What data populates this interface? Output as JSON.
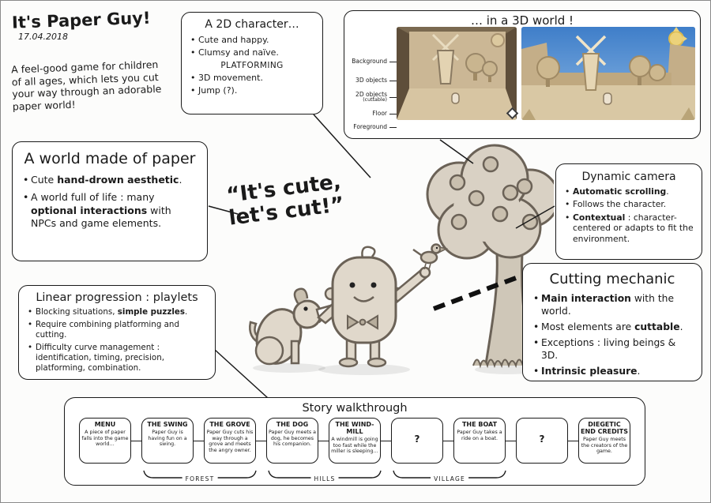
{
  "header": {
    "title": "It's Paper Guy!",
    "date": "17.04.2018",
    "tagline": "A feel-good game for children of all ages, which lets you cut your way through an adorable paper world!"
  },
  "quote": {
    "line1": "“It's cute,",
    "line2": "let's cut!”"
  },
  "character_box": {
    "title": "A 2D character…",
    "bullets": [
      "Cute and happy.",
      "Clumsy and naïve."
    ],
    "subheading": "PLATFORMING",
    "bullets2": [
      "3D movement.",
      "Jump (?)."
    ]
  },
  "world3d_box": {
    "title": "… in a 3D world !",
    "layers": [
      "Background",
      "3D objects",
      "2D objects",
      "Floor",
      "Foreground"
    ],
    "layer_note": "(cuttable)"
  },
  "paper_world_box": {
    "title": "A world made of paper",
    "bullets": [
      {
        "pre": "Cute ",
        "bold": "hand-drown aesthetic",
        "post": "."
      },
      {
        "pre": "A world full of life : many ",
        "bold": "optional interactions",
        "post": " with NPCs and game elements."
      }
    ]
  },
  "camera_box": {
    "title": "Dynamic camera",
    "bullets": [
      {
        "pre": "",
        "bold": "Automatic scrolling",
        "post": "."
      },
      {
        "pre": "Follows the character.",
        "bold": "",
        "post": ""
      },
      {
        "pre": "",
        "bold": "Contextual",
        "post": " : character-centered or adapts to fit the environment."
      }
    ]
  },
  "cutting_box": {
    "title": "Cutting mechanic",
    "bullets": [
      {
        "pre": "",
        "bold": "Main interaction",
        "post": " with the world."
      },
      {
        "pre": "Most elements are ",
        "bold": "cuttable",
        "post": "."
      },
      {
        "pre": "Exceptions : living beings & 3D.",
        "bold": "",
        "post": ""
      },
      {
        "pre": "",
        "bold": "Intrinsic pleasure",
        "post": "."
      }
    ]
  },
  "progression_box": {
    "title": "Linear progression : playlets",
    "bullets": [
      {
        "pre": "Blocking situations, ",
        "bold": "simple puzzles",
        "post": "."
      },
      {
        "pre": "Require combining platforming and cutting.",
        "bold": "",
        "post": ""
      },
      {
        "pre": "Difficulty curve management : identification, timing, precision, platforming, combination.",
        "bold": "",
        "post": ""
      }
    ]
  },
  "story": {
    "title": "Story walkthrough",
    "steps": [
      {
        "label": "MENU",
        "desc": "A piece of paper falls into the game world…"
      },
      {
        "label": "THE SWING",
        "desc": "Paper Guy is having fun on a swing."
      },
      {
        "label": "THE GROVE",
        "desc": "Paper Guy cuts his way through a grove and meets the angry owner."
      },
      {
        "label": "THE DOG",
        "desc": "Paper Guy meets a dog, he becomes his companion."
      },
      {
        "label": "THE WIND-MILL",
        "desc": "A windmill is going too fast while the miller is sleeping…"
      },
      {
        "label": "?",
        "desc": ""
      },
      {
        "label": "THE BOAT",
        "desc": "Paper Guy takes a ride on a boat."
      },
      {
        "label": "?",
        "desc": ""
      },
      {
        "label": "DIEGETIC END CREDITS",
        "desc": "Paper Guy meets the creators of the game."
      }
    ],
    "groups": [
      "FOREST",
      "HILLS",
      "VILLAGE"
    ]
  }
}
